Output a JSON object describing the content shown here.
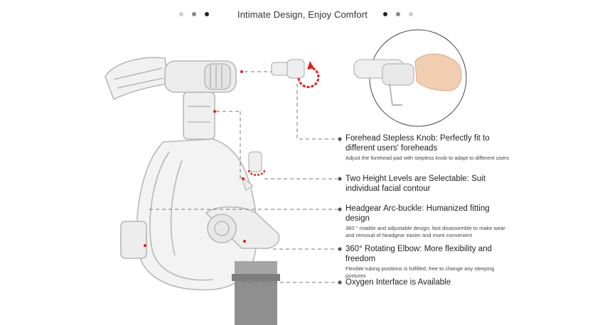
{
  "header": {
    "title": "Intimate Design, Enjoy Comfort",
    "dot_colors_left": [
      "#cccccc",
      "#888888",
      "#222222"
    ],
    "dot_colors_right": [
      "#222222",
      "#888888",
      "#cccccc"
    ]
  },
  "features": [
    {
      "title": "Forehead Stepless Knob: Perfectly fit to different users' foreheads",
      "desc": "Adjust the forehead pad with stepless knob to adapt to different users"
    },
    {
      "title": "Two Height Levels are Selectable: Suit individual facial contour",
      "desc": ""
    },
    {
      "title": "Headgear Arc-buckle: Humanized fitting design",
      "desc": "360 ° rotable and adjustable design; fast disassemble to make wear and removal of headgear easier and more convenient"
    },
    {
      "title": "360° Rotating Elbow: More flexibility and freedom",
      "desc": "Flexible tubing positions is fulfilled; free to change any sleeping postures"
    },
    {
      "title": "Oxygen Interface is Available",
      "desc": ""
    }
  ],
  "colors": {
    "accent": "#e02020",
    "leader_line": "#777777",
    "mask_stroke": "#b8b8b8",
    "tube": "#8f8f8f"
  },
  "icons": {
    "rotate_arrow": "rotate-arrow-icon",
    "bullet": "bullet-dot-icon"
  }
}
